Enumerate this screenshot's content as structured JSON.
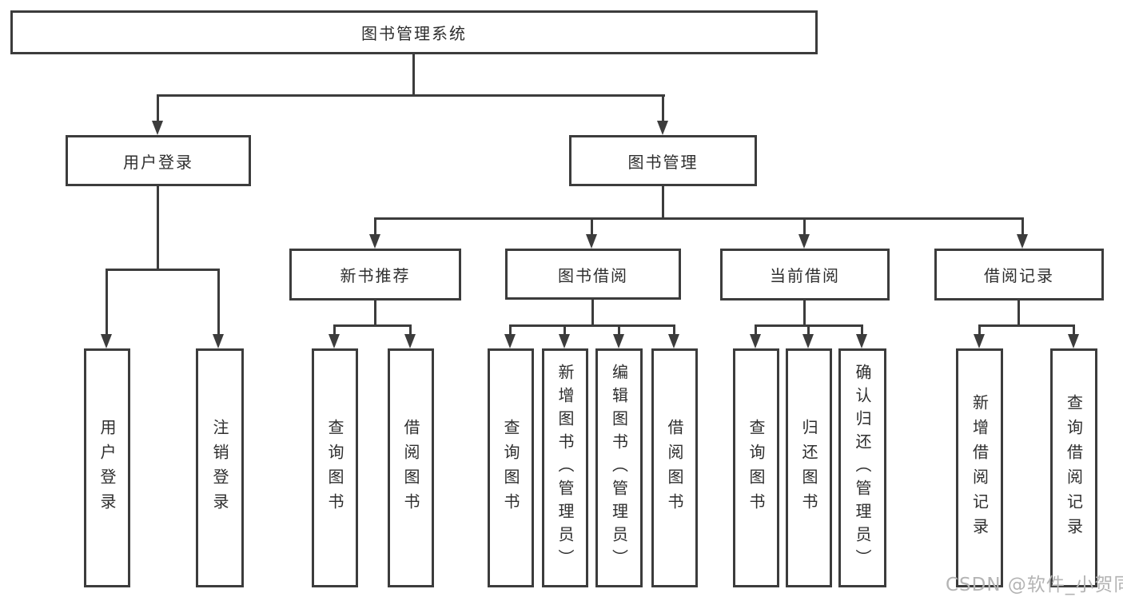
{
  "diagram": {
    "type": "hierarchy-tree",
    "title": "图书管理系统",
    "colors": {
      "line": "#3c3c3c",
      "box_background": "#ffffff",
      "text": "#2e2e2e",
      "watermark": "#b4b4b4"
    },
    "structure": {
      "图书管理系统": {
        "用户登录": [
          "用户登录",
          "注销登录"
        ],
        "图书管理": {
          "新书推荐": [
            "查询图书",
            "借阅图书"
          ],
          "图书借阅": [
            "查询图书",
            "新增图书（管理员）",
            "编辑图书（管理员）",
            "借阅图书"
          ],
          "当前借阅": [
            "查询图书",
            "归还图书",
            "确认归还（管理员）"
          ],
          "借阅记录": [
            "新增借阅记录",
            "查询借阅记录"
          ]
        }
      }
    }
  },
  "nodes": {
    "root": {
      "label": "图书管理系统"
    },
    "user_login": {
      "label": "用户登录"
    },
    "book_mgmt": {
      "label": "图书管理"
    },
    "new_book": {
      "label": "新书推荐"
    },
    "borrow": {
      "label": "图书借阅"
    },
    "current": {
      "label": "当前借阅"
    },
    "record": {
      "label": "借阅记录"
    },
    "ul_login": {
      "label": "用户登录"
    },
    "ul_logout": {
      "label": "注销登录"
    },
    "nb_query": {
      "label": "查询图书"
    },
    "nb_borrow": {
      "label": "借阅图书"
    },
    "bb_query": {
      "label": "查询图书"
    },
    "bb_add": {
      "label": "新增图书（管理员）"
    },
    "bb_edit": {
      "label": "编辑图书（管理员）"
    },
    "bb_borrow": {
      "label": "借阅图书"
    },
    "cb_query": {
      "label": "查询图书"
    },
    "cb_return": {
      "label": "归还图书"
    },
    "cb_confirm": {
      "label": "确认归还（管理员）"
    },
    "br_add": {
      "label": "新增借阅记录"
    },
    "br_query": {
      "label": "查询借阅记录"
    }
  },
  "watermark": {
    "text": "CSDN @软件_小贺同学"
  }
}
